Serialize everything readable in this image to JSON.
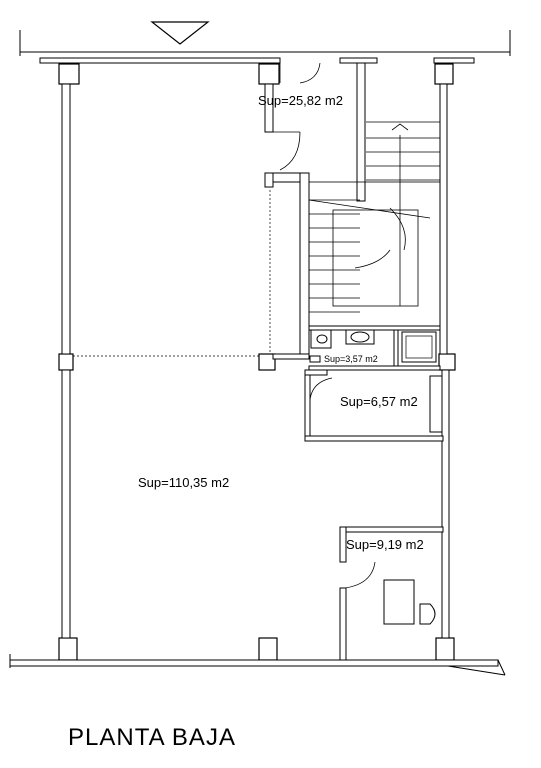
{
  "title": "PLANTA BAJA",
  "rooms": [
    {
      "id": "stair-hall",
      "label": "Sup=25,82 m2"
    },
    {
      "id": "main-hall",
      "label": "Sup=110,35 m2"
    },
    {
      "id": "wc",
      "label": "Sup=3,57 m2"
    },
    {
      "id": "bathroom",
      "label": "Sup=6,57 m2"
    },
    {
      "id": "office",
      "label": "Sup=9,19 m2"
    }
  ],
  "colors": {
    "line": "#000000",
    "wall_fill": "#ffffff",
    "background": "#ffffff"
  }
}
